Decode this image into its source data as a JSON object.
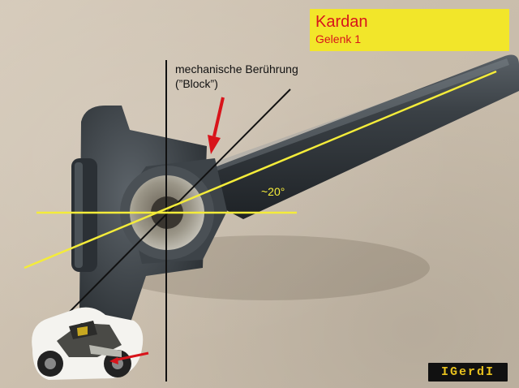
{
  "title": {
    "main": "Kardan",
    "sub": "Gelenk 1"
  },
  "annotation": {
    "line1": "mechanische Berührung",
    "line2": "(”Block”)"
  },
  "angle_label": "~20°",
  "logo": {
    "text": "IGerdI"
  },
  "colors": {
    "title_bg": "#f2e62a",
    "title_text": "#d8141b",
    "guide_yellow": "#f4ec3a",
    "guide_black": "#111111",
    "arrow_red": "#d8141b"
  }
}
